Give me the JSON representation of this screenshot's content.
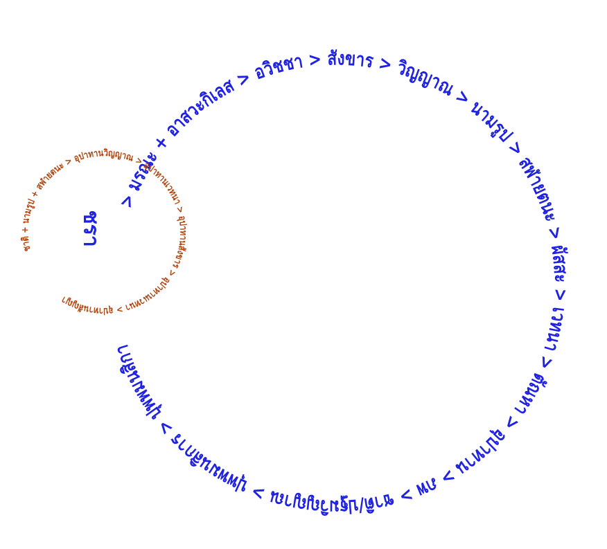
{
  "colors": {
    "outer_cycle": "#1f22e0",
    "inner_cycle": "#b2450f",
    "center_label": "#1f22e0",
    "background": "#ffffff"
  },
  "outer_cycle": {
    "text": "> มรณะ + อาสวะกิเลส > อวิชชา > สังขาร > วิญญาณ > นามรูป > สฬายตนะ > ผัสสะ > เวทนา > ตัณหา > อุปาทาน > ภพ > ชาติ/ปฐมวิญญาณ > ปุพพมนสิการ > ปุพพมนสิการ >"
  },
  "inner_cycle": {
    "text": "ชาติ + นามรูป + สฬายตนะ > อุปาทานวิญญาณ > อุปาทานเวทนา > อุปาทานสังขาร > อุปาทานเวทนา > อุปาทานสัญญา >"
  },
  "center_label": {
    "text": "ชรา"
  }
}
